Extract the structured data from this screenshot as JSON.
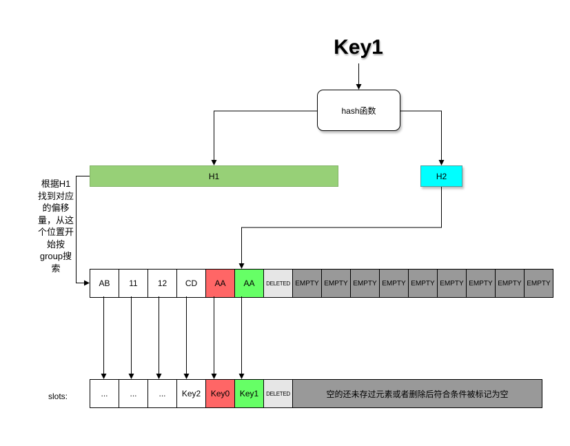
{
  "diagram": {
    "title": "Key1",
    "hash_label": "hash函数",
    "h1_label": "H1",
    "h2_label": "H2",
    "note_lines": [
      "根据H1",
      "找到对应",
      "的偏移",
      "量，从这",
      "个位置开",
      "始按",
      "group搜",
      "索"
    ],
    "control_cells": [
      {
        "label": "AB",
        "color": "#ffffff"
      },
      {
        "label": "11",
        "color": "#ffffff"
      },
      {
        "label": "12",
        "color": "#ffffff"
      },
      {
        "label": "CD",
        "color": "#ffffff"
      },
      {
        "label": "AA",
        "color": "#ff6666"
      },
      {
        "label": "AA",
        "color": "#66ff66"
      },
      {
        "label": "DELETED",
        "color": "#e6e6e6"
      },
      {
        "label": "EMPTY",
        "color": "#999999"
      },
      {
        "label": "EMPTY",
        "color": "#999999"
      },
      {
        "label": "EMPTY",
        "color": "#999999"
      },
      {
        "label": "EMPTY",
        "color": "#999999"
      },
      {
        "label": "EMPTY",
        "color": "#999999"
      },
      {
        "label": "EMPTY",
        "color": "#999999"
      },
      {
        "label": "EMPTY",
        "color": "#999999"
      },
      {
        "label": "EMPTY",
        "color": "#999999"
      },
      {
        "label": "EMPTY",
        "color": "#999999"
      }
    ],
    "slots_label": "slots:",
    "slot_cells": [
      {
        "label": "...",
        "color": "#ffffff"
      },
      {
        "label": "...",
        "color": "#ffffff"
      },
      {
        "label": "...",
        "color": "#ffffff"
      },
      {
        "label": "Key2",
        "color": "#ffffff"
      },
      {
        "label": "Key0",
        "color": "#ff6666"
      },
      {
        "label": "Key1",
        "color": "#66ff66"
      },
      {
        "label": "DELETED",
        "color": "#e6e6e6"
      },
      {
        "label": "空的还未存过元素或者删除后符合条件被标记为空",
        "color": "#999999"
      }
    ]
  }
}
